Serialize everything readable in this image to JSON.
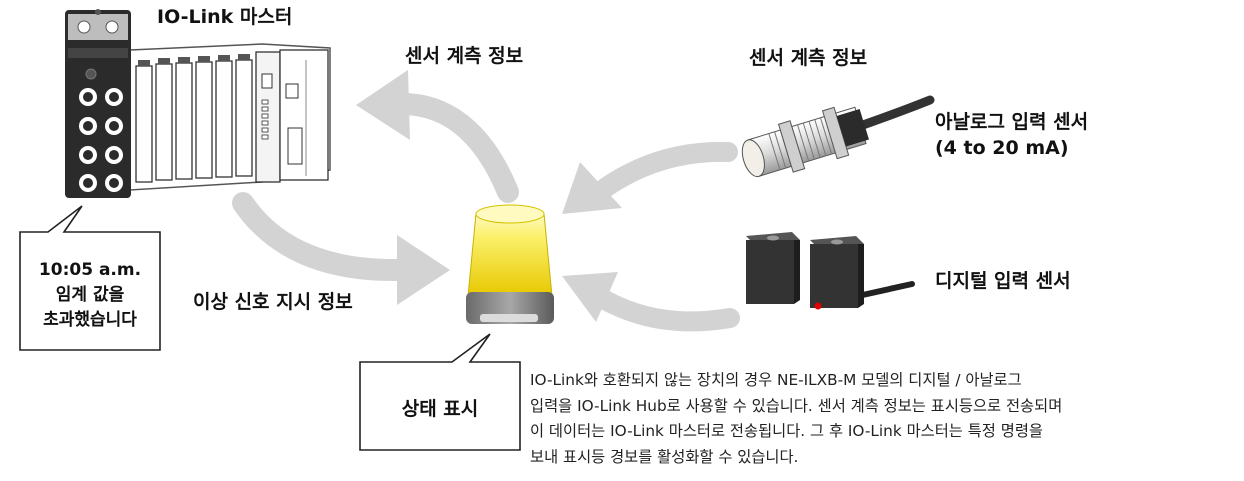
{
  "labels": {
    "io_link_master": "IO-Link 마스터",
    "sensor_info_top": "센서 계측 정보",
    "sensor_info_right": "센서 계측 정보",
    "analog_sensor_line1": "아날로그 입력 센서",
    "analog_sensor_line2": "(4 to 20 mA)",
    "digital_sensor": "디지털 입력 센서",
    "abnormal_signal": "이상 신호 지시 정보"
  },
  "callouts": {
    "time_alert": {
      "line1": "10:05 a.m.",
      "line2": "임계 값을",
      "line3": "초과했습니다"
    },
    "status_display": "상태 표시"
  },
  "description": {
    "line1": "IO-Link와 호환되지 않는 장치의 경우 NE-ILXB-M 모델의 디지털 / 아날로그",
    "line2": "입력을 IO-Link Hub로 사용할 수 있습니다. 센서 계측 정보는 표시등으로 전송되며",
    "line3": "이 데이터는 IO-Link 마스터로 전송됩니다. 그 후 IO-Link 마스터는 특정 명령을",
    "line4": "보내 표시등 경보를 활성화할 수 있습니다."
  },
  "colors": {
    "arrow": "#d3d3d3",
    "lamp_yellow": "#f6e500",
    "device_dark": "#2b2b2b",
    "sensor_led": "#e00000"
  },
  "icons": [
    "io-link-master-icon",
    "signal-tower-lamp-icon",
    "analog-sensor-icon",
    "digital-sensor-icon"
  ]
}
